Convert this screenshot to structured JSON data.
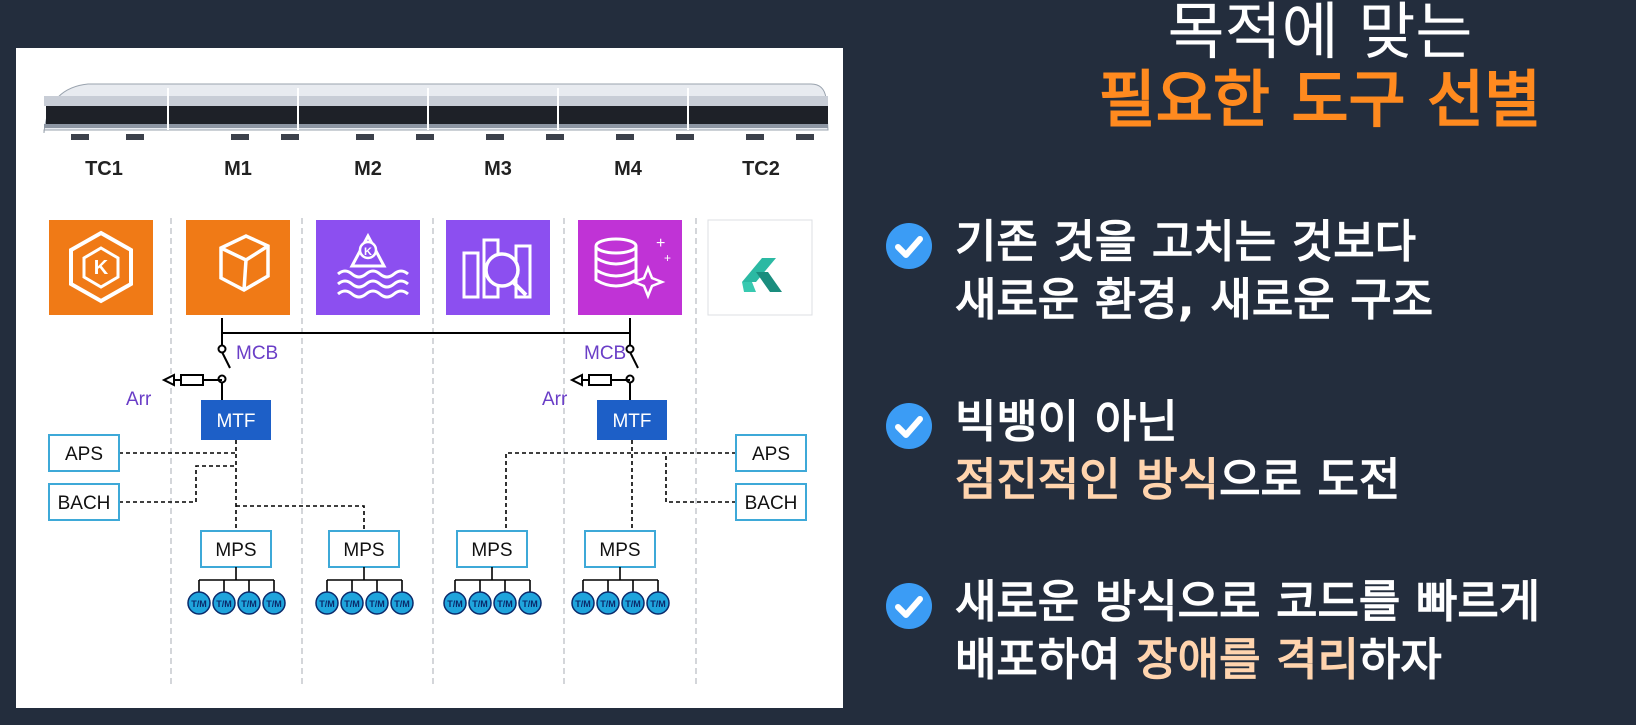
{
  "heading": {
    "line1": "목적에 맞는",
    "line2": "필요한 도구 선별"
  },
  "bullets": [
    {
      "l1": "기존 것을 고치는 것보다",
      "l2a": "새로운 환경, 새로운 구조",
      "l2b": ""
    },
    {
      "l1": "빅뱅이 아닌",
      "l2a": "점진적인 방식",
      "l2b": "으로 도전"
    },
    {
      "l1": "새로운 방식으로 코드를 빠르게",
      "l2pre": "배포하여 ",
      "l2a": "장애를 격리",
      "l2b": "하자"
    }
  ],
  "diagram": {
    "cars": [
      "TC1",
      "M1",
      "M2",
      "M3",
      "M4",
      "TC2"
    ],
    "mcb": "MCB",
    "arr": "Arr",
    "mtf": "MTF",
    "aps": "APS",
    "bach": "BACH",
    "mps": "MPS",
    "tm": "T/M",
    "icons": [
      {
        "name": "eks-k-hex-icon",
        "color": "#f07a16"
      },
      {
        "name": "cube-icon",
        "color": "#f07a16"
      },
      {
        "name": "kafka-stream-icon",
        "color": "#8c4ff0"
      },
      {
        "name": "search-analytics-icon",
        "color": "#8c4ff0"
      },
      {
        "name": "database-sparkle-icon",
        "color": "#c033d6"
      },
      {
        "name": "kotlin-logo-icon",
        "color": "#ffffff"
      }
    ]
  }
}
